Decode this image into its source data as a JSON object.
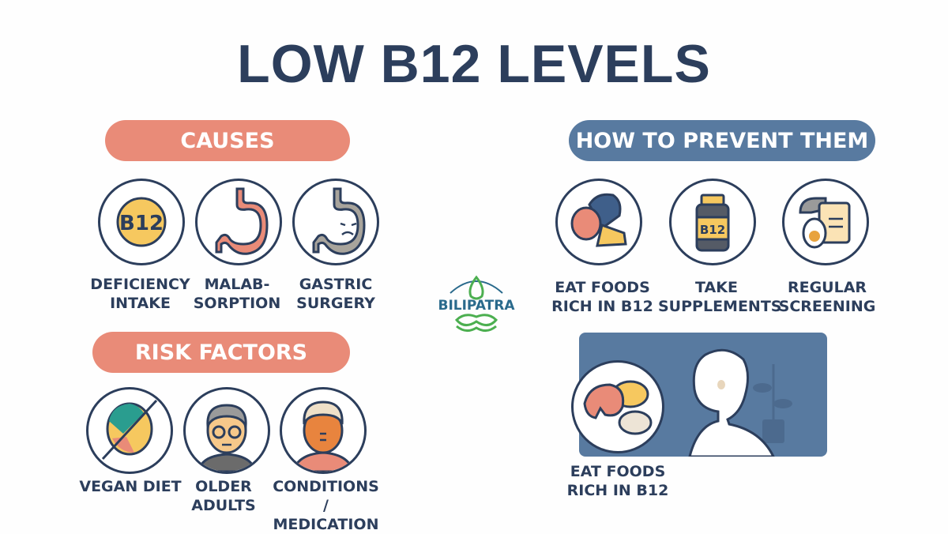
{
  "title": "LOW B12 LEVELS",
  "causes": {
    "header": "CAUSES",
    "items": [
      {
        "icon": "b12-coin-icon",
        "line1": "DEFICIENCY",
        "line2": "INTAKE"
      },
      {
        "icon": "stomach-icon",
        "line1": "MALAB-",
        "line2": "SORPTION"
      },
      {
        "icon": "sad-stomach-icon",
        "line1": "GASTRIC",
        "line2": "SURGERY"
      }
    ]
  },
  "risk_factors": {
    "header": "RISK FACTORS",
    "items": [
      {
        "icon": "no-meat-icon",
        "line1": "VEGAN DIET",
        "line2": ""
      },
      {
        "icon": "older-person-icon",
        "line1": "OLDER",
        "line2": "ADULTS"
      },
      {
        "icon": "patient-icon",
        "line1": "CONDITIONS /",
        "line2": "MEDICATION"
      }
    ]
  },
  "prevention": {
    "header": "HOW TO PREVENT THEM",
    "items": [
      {
        "icon": "b12-foods-icon",
        "line1": "EAT FOODS",
        "line2": "RICH IN B12"
      },
      {
        "icon": "supplement-bottle-icon",
        "line1": "TAKE",
        "line2": "SUPPLEMENTS"
      },
      {
        "icon": "screening-clipboard-icon",
        "line1": "REGULAR",
        "line2": "SCREENING"
      }
    ],
    "feature": {
      "icon": "fish-and-foods-icon",
      "line1": "EAT FOODS",
      "line2": "RICH IN B12"
    }
  },
  "logo": {
    "text": "BILIPATRA"
  },
  "colors": {
    "navy": "#2c3e5c",
    "salmon": "#e98b78",
    "blue": "#587aa0",
    "yellow": "#f6c85f",
    "green": "#4caf50"
  }
}
